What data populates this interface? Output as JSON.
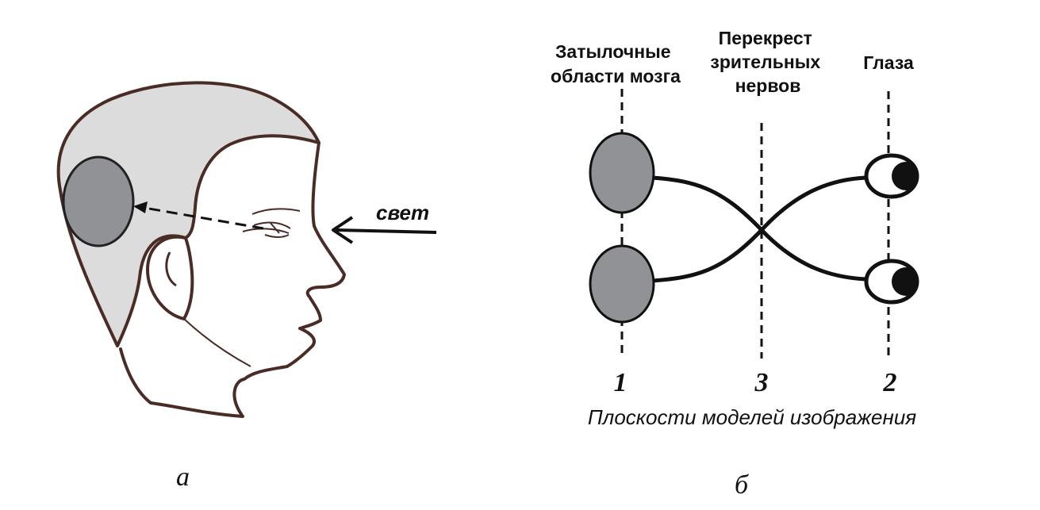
{
  "colors": {
    "hair": "#dcdcdc",
    "lobe": "#909296",
    "outline": "#4a2c26",
    "ink": "#111111"
  },
  "panel_a": {
    "light_label": "свет",
    "panel_letter": "а"
  },
  "panel_b": {
    "label_occipital": [
      "Затылочные",
      "области мозга"
    ],
    "label_chiasm": [
      "Перекрест",
      "зрительных",
      "нервов"
    ],
    "label_eyes": "Глаза",
    "plane_numbers": [
      "1",
      "3",
      "2"
    ],
    "caption": "Плоскости моделей изображения",
    "panel_letter": "б"
  }
}
